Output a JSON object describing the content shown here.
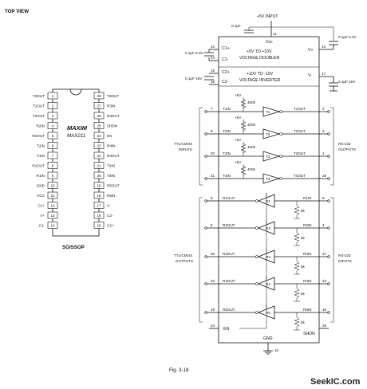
{
  "top_view": "TOP VIEW",
  "chip": {
    "logo": "MAXIM",
    "part": "MAX211",
    "package": "SO/SSOP",
    "left_pins": [
      {
        "n": "1",
        "label": "T3OUT"
      },
      {
        "n": "2",
        "label": "T1OUT"
      },
      {
        "n": "3",
        "label": "T2OUT"
      },
      {
        "n": "4",
        "label": "R2IN"
      },
      {
        "n": "5",
        "label": "R2OUT"
      },
      {
        "n": "6",
        "label": "T2IN"
      },
      {
        "n": "7",
        "label": "T1IN"
      },
      {
        "n": "8",
        "label": "R1OUT"
      },
      {
        "n": "9",
        "label": "R1IN"
      },
      {
        "n": "10",
        "label": "GND"
      },
      {
        "n": "11",
        "label": "VCC"
      },
      {
        "n": "12",
        "label": "C1+"
      },
      {
        "n": "13",
        "label": "V+"
      },
      {
        "n": "14",
        "label": "C1-"
      }
    ],
    "right_pins": [
      {
        "n": "28",
        "label": "T4OUT"
      },
      {
        "n": "27",
        "label": "R3IN"
      },
      {
        "n": "26",
        "label": "R3OUT"
      },
      {
        "n": "25",
        "label": "SHDN"
      },
      {
        "n": "24",
        "label": "EN"
      },
      {
        "n": "23",
        "label": "R4IN"
      },
      {
        "n": "22",
        "label": "R4OUT"
      },
      {
        "n": "21",
        "label": "T4IN"
      },
      {
        "n": "20",
        "label": "T3IN"
      },
      {
        "n": "19",
        "label": "R5OUT"
      },
      {
        "n": "18",
        "label": "R5IN"
      },
      {
        "n": "17",
        "label": "V-"
      },
      {
        "n": "16",
        "label": "C2-"
      },
      {
        "n": "15",
        "label": "C2+"
      }
    ]
  },
  "schematic": {
    "supply": "+5V INPUT",
    "vcc": "Vcc",
    "gnd": "GND",
    "pin_11": "11",
    "pin_10": "10",
    "cap_top": "0.1μF",
    "cap_c1": "0.1μF 6.3V",
    "cap_c2": "0.1μF 16V",
    "cap_vplus": "0.1μF 6.3V",
    "cap_vminus": "0.1μF 16V",
    "doubler_1": "+5V TO +10V",
    "doubler_2": "VOLTAGE DOUBLER",
    "inverter_1": "+10V TO -10V",
    "inverter_2": "VOLTAGE INVERTER",
    "c1p": "C1+",
    "c1m": "C1-",
    "c2p": "C2+",
    "c2m": "C2-",
    "vplus": "V+",
    "vminus": "V-",
    "pin12": "12",
    "pin14": "14",
    "pin15": "15",
    "pin16": "16",
    "pin13": "13",
    "pin17": "17",
    "pullup": "+5V",
    "resistor": "400k",
    "rx_res": "5k",
    "ttl_in_1": "TTL/CMOS",
    "ttl_in_2": "INPUTS",
    "rs232_out_1": "RS-232",
    "rs232_out_2": "OUTPUTS",
    "ttl_out_1": "TTL/CMOS",
    "ttl_out_2": "OUTPUTS",
    "rs232_in_1": "RS-232",
    "rs232_in_2": "INPUTS",
    "drivers": [
      {
        "name": "T1",
        "in": "T1IN",
        "out": "T1OUT",
        "pin_in": "7",
        "pin_out": "2"
      },
      {
        "name": "T2",
        "in": "T2IN",
        "out": "T2OUT",
        "pin_in": "6",
        "pin_out": "3"
      },
      {
        "name": "T3",
        "in": "T3IN",
        "out": "T3OUT",
        "pin_in": "20",
        "pin_out": "1"
      },
      {
        "name": "T4",
        "in": "T4IN",
        "out": "T4OUT",
        "pin_in": "21",
        "pin_out": "28"
      }
    ],
    "receivers": [
      {
        "name": "R1",
        "out": "R1OUT",
        "in": "R1IN",
        "pin_out": "8",
        "pin_in": "9"
      },
      {
        "name": "R2",
        "out": "R2OUT",
        "in": "R2IN",
        "pin_out": "5",
        "pin_in": "4"
      },
      {
        "name": "R3",
        "out": "R3OUT",
        "in": "R3IN",
        "pin_out": "26",
        "pin_in": "27"
      },
      {
        "name": "R4",
        "out": "R4OUT",
        "in": "R4IN",
        "pin_out": "22",
        "pin_in": "23"
      },
      {
        "name": "R5",
        "out": "R5OUT",
        "in": "R5IN",
        "pin_out": "19",
        "pin_in": "18"
      }
    ],
    "en": "EN",
    "en_pin": "24",
    "shdn": "SHDN",
    "shdn_pin": "25"
  },
  "caption": "Fig. 3-18",
  "watermark": "SeekIC.com"
}
